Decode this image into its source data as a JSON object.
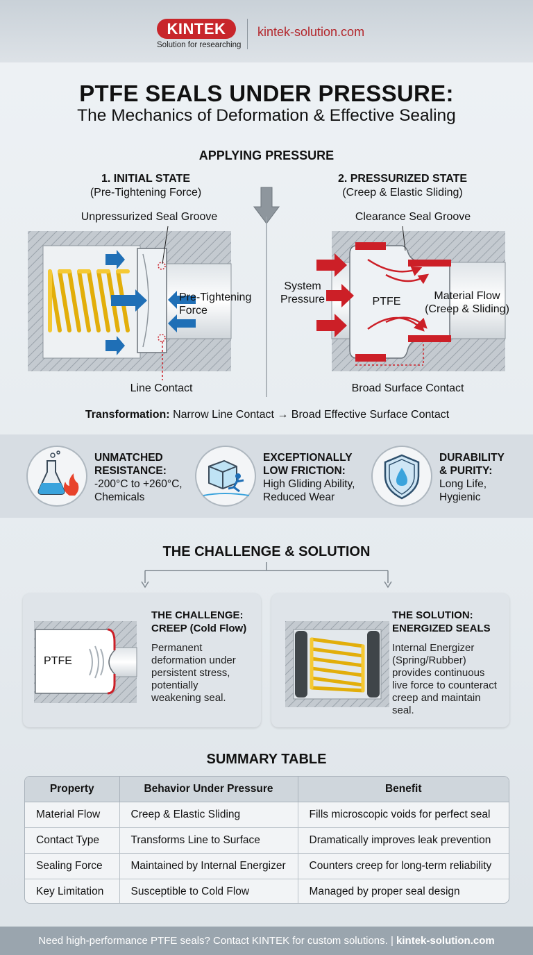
{
  "header": {
    "brand": "KINTEK",
    "tagline": "Solution for researching",
    "url": "kintek-solution.com"
  },
  "title": {
    "main": "PTFE SEALS UNDER PRESSURE:",
    "sub": "The Mechanics of Deformation & Effective Sealing"
  },
  "mechanics": {
    "applying_label": "APPLYING PRESSURE",
    "initial": {
      "title": "1. INITIAL STATE",
      "subtitle": "(Pre-Tightening Force)",
      "groove_label": "Unpressurized Seal Groove",
      "force_label_1": "Pre-Tightening",
      "force_label_2": "Force",
      "contact_label": "Line Contact"
    },
    "pressurized": {
      "title": "2. PRESSURIZED STATE",
      "subtitle": "(Creep & Elastic Sliding)",
      "groove_label": "Clearance Seal Groove",
      "pressure_label_1": "System",
      "pressure_label_2": "Pressure",
      "material_label": "PTFE",
      "flow_label_1": "Material Flow",
      "flow_label_2": "(Creep & Sliding)",
      "contact_label": "Broad Surface Contact"
    },
    "transformation_label": "Transformation:",
    "transformation_text": "Narrow Line Contact → Broad Effective Surface Contact"
  },
  "features": [
    {
      "heading_1": "UNMATCHED",
      "heading_2": "RESISTANCE:",
      "body_1": "-200°C to +260°C,",
      "body_2": "Chemicals",
      "icon": "flask-flame-icon"
    },
    {
      "heading_1": "EXCEPTIONALLY",
      "heading_2": "LOW FRICTION:",
      "body_1": "High Gliding Ability,",
      "body_2": "Reduced Wear",
      "icon": "ice-skater-icon"
    },
    {
      "heading_1": "DURABILITY",
      "heading_2": "& PURITY:",
      "body_1": "Long Life,",
      "body_2": "Hygienic",
      "icon": "shield-drop-icon"
    }
  ],
  "challenge_solution": {
    "heading": "THE CHALLENGE & SOLUTION",
    "challenge": {
      "title_1": "THE CHALLENGE:",
      "title_2": "CREEP (Cold Flow)",
      "body": [
        "Permanent",
        "deformation under",
        "persistent stress,",
        "potentially",
        "weakening seal."
      ],
      "material_label": "PTFE"
    },
    "solution": {
      "title_1": "THE SOLUTION:",
      "title_2": "ENERGIZED SEALS",
      "body": [
        "Internal Energizer",
        "(Spring/Rubber)",
        "provides continuous",
        "live force to counteract",
        "creep and maintain",
        "seal."
      ]
    }
  },
  "summary": {
    "heading": "SUMMARY TABLE",
    "columns": [
      "Property",
      "Behavior Under Pressure",
      "Benefit"
    ],
    "rows": [
      [
        "Material Flow",
        "Creep & Elastic Sliding",
        "Fills microscopic voids for perfect seal"
      ],
      [
        "Contact Type",
        "Transforms Line to Surface",
        "Dramatically improves leak prevention"
      ],
      [
        "Sealing Force",
        "Maintained by Internal Energizer",
        "Counters creep for long-term reliability"
      ],
      [
        "Key Limitation",
        "Susceptible to Cold Flow",
        "Managed by proper seal design"
      ]
    ]
  },
  "footer": {
    "text": "Need high-performance PTFE seals? Contact KINTEK for custom solutions. | ",
    "link": "kintek-solution.com"
  },
  "colors": {
    "brand_red": "#c8262b",
    "spring_yellow": "#f2c21b",
    "arrow_blue": "#1f6fb6",
    "arrow_red": "#cc1f27"
  }
}
